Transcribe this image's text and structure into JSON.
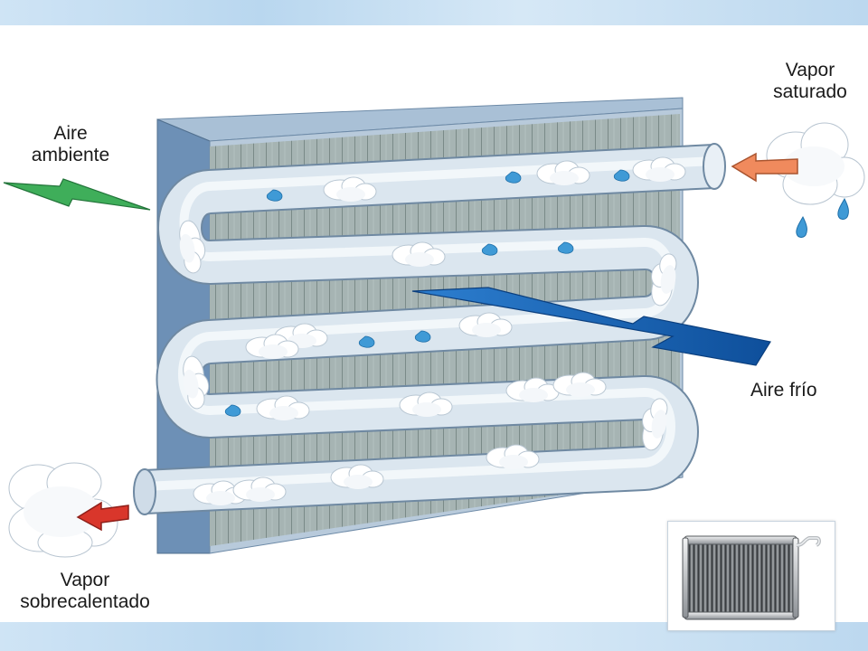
{
  "labels": {
    "vapor_saturado_line1": "Vapor",
    "vapor_saturado_line2": "saturado",
    "aire_ambiente_line1": "Aire",
    "aire_ambiente_line2": "ambiente",
    "aire_frio": "Aire frío",
    "vapor_sobre_line1": "Vapor",
    "vapor_sobre_line2": "sobrecalentado"
  },
  "colors": {
    "panel_front": "#b8cadb",
    "panel_side": "#6d90b6",
    "panel_top": "#a9c0d6",
    "fin_grid": "#8e9d8f",
    "tube": "#dbe6ef",
    "tube_edge": "#8aa3bb",
    "inlet_arrow": "#f08a5d",
    "outlet_arrow": "#d9362b",
    "ambient_arrow": "#3fae5a",
    "cold_arrow": "#1a5fb4",
    "droplet": "#3f9ad6",
    "cloud": "#ffffff"
  },
  "icons": {
    "inlet": "arrow-left-icon",
    "outlet": "arrow-left-icon",
    "ambient": "arrow-right-icon",
    "cold": "arrow-right-icon",
    "photo": "evaporator-photo-icon"
  }
}
